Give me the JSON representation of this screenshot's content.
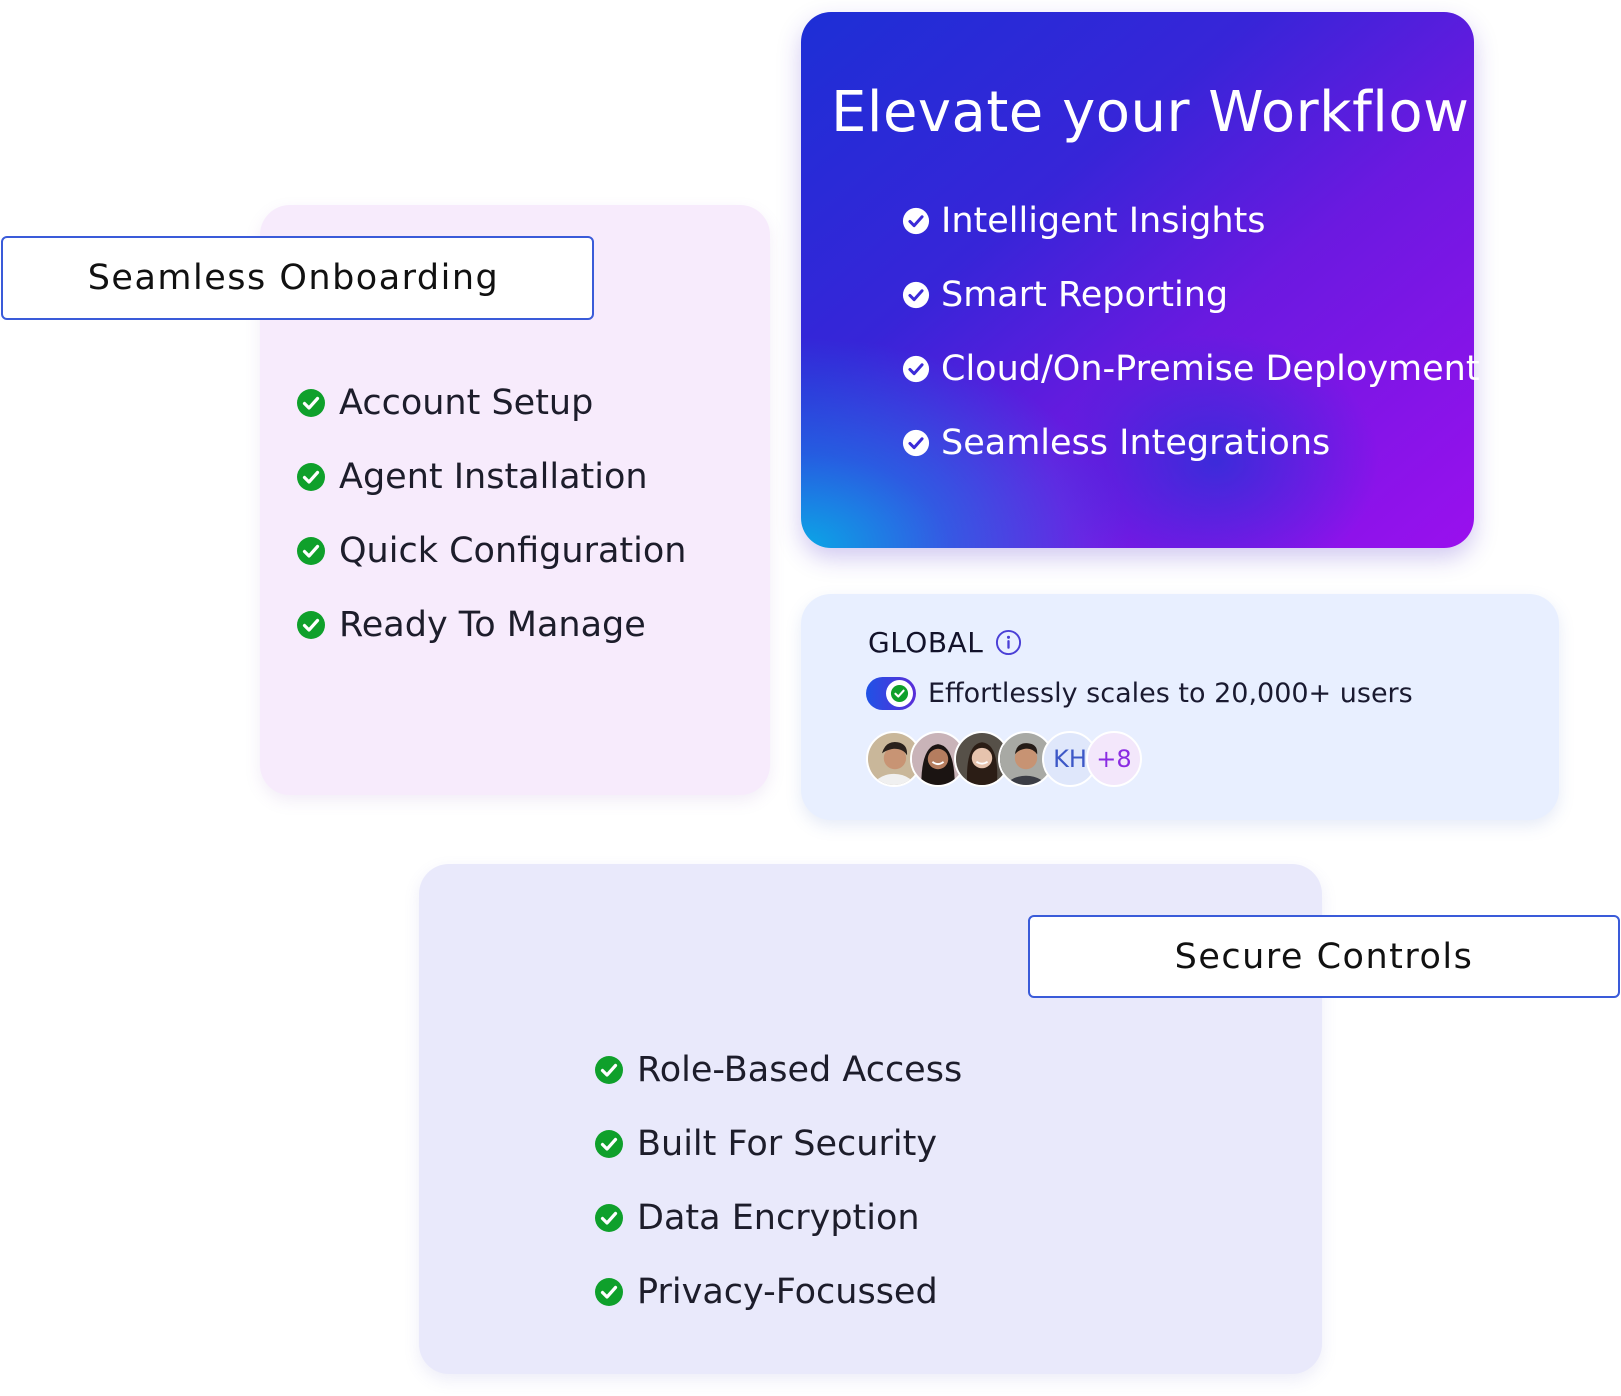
{
  "onboarding": {
    "label": "Seamless Onboarding",
    "items": [
      "Account Setup",
      "Agent Installation",
      "Quick Configuration",
      "Ready To Manage"
    ]
  },
  "workflow": {
    "title": "Elevate your Workflow",
    "items": [
      "Intelligent Insights",
      "Smart Reporting",
      "Cloud/On-Premise Deployment",
      "Seamless Integrations"
    ]
  },
  "global": {
    "heading": "GLOBAL",
    "toggle_on": true,
    "scale_text": "Effortlessly scales to 20,000+ users",
    "avatar_initials": "KH",
    "avatar_more": "+8"
  },
  "security": {
    "label": "Secure Controls",
    "items": [
      "Role-Based Access",
      "Built For Security",
      "Data Encryption",
      "Privacy-Focussed"
    ]
  },
  "colors": {
    "check_green": "#0fa02b",
    "border_blue": "#3a5bd9",
    "gradient_start": "#1d2fd6",
    "gradient_end": "#9a10ee",
    "onboarding_bg": "#f7ebfc",
    "global_bg": "#e8efff",
    "security_bg": "#e9e9fb"
  },
  "icons": {
    "list_check": "check-circle-icon",
    "info": "info-icon"
  }
}
